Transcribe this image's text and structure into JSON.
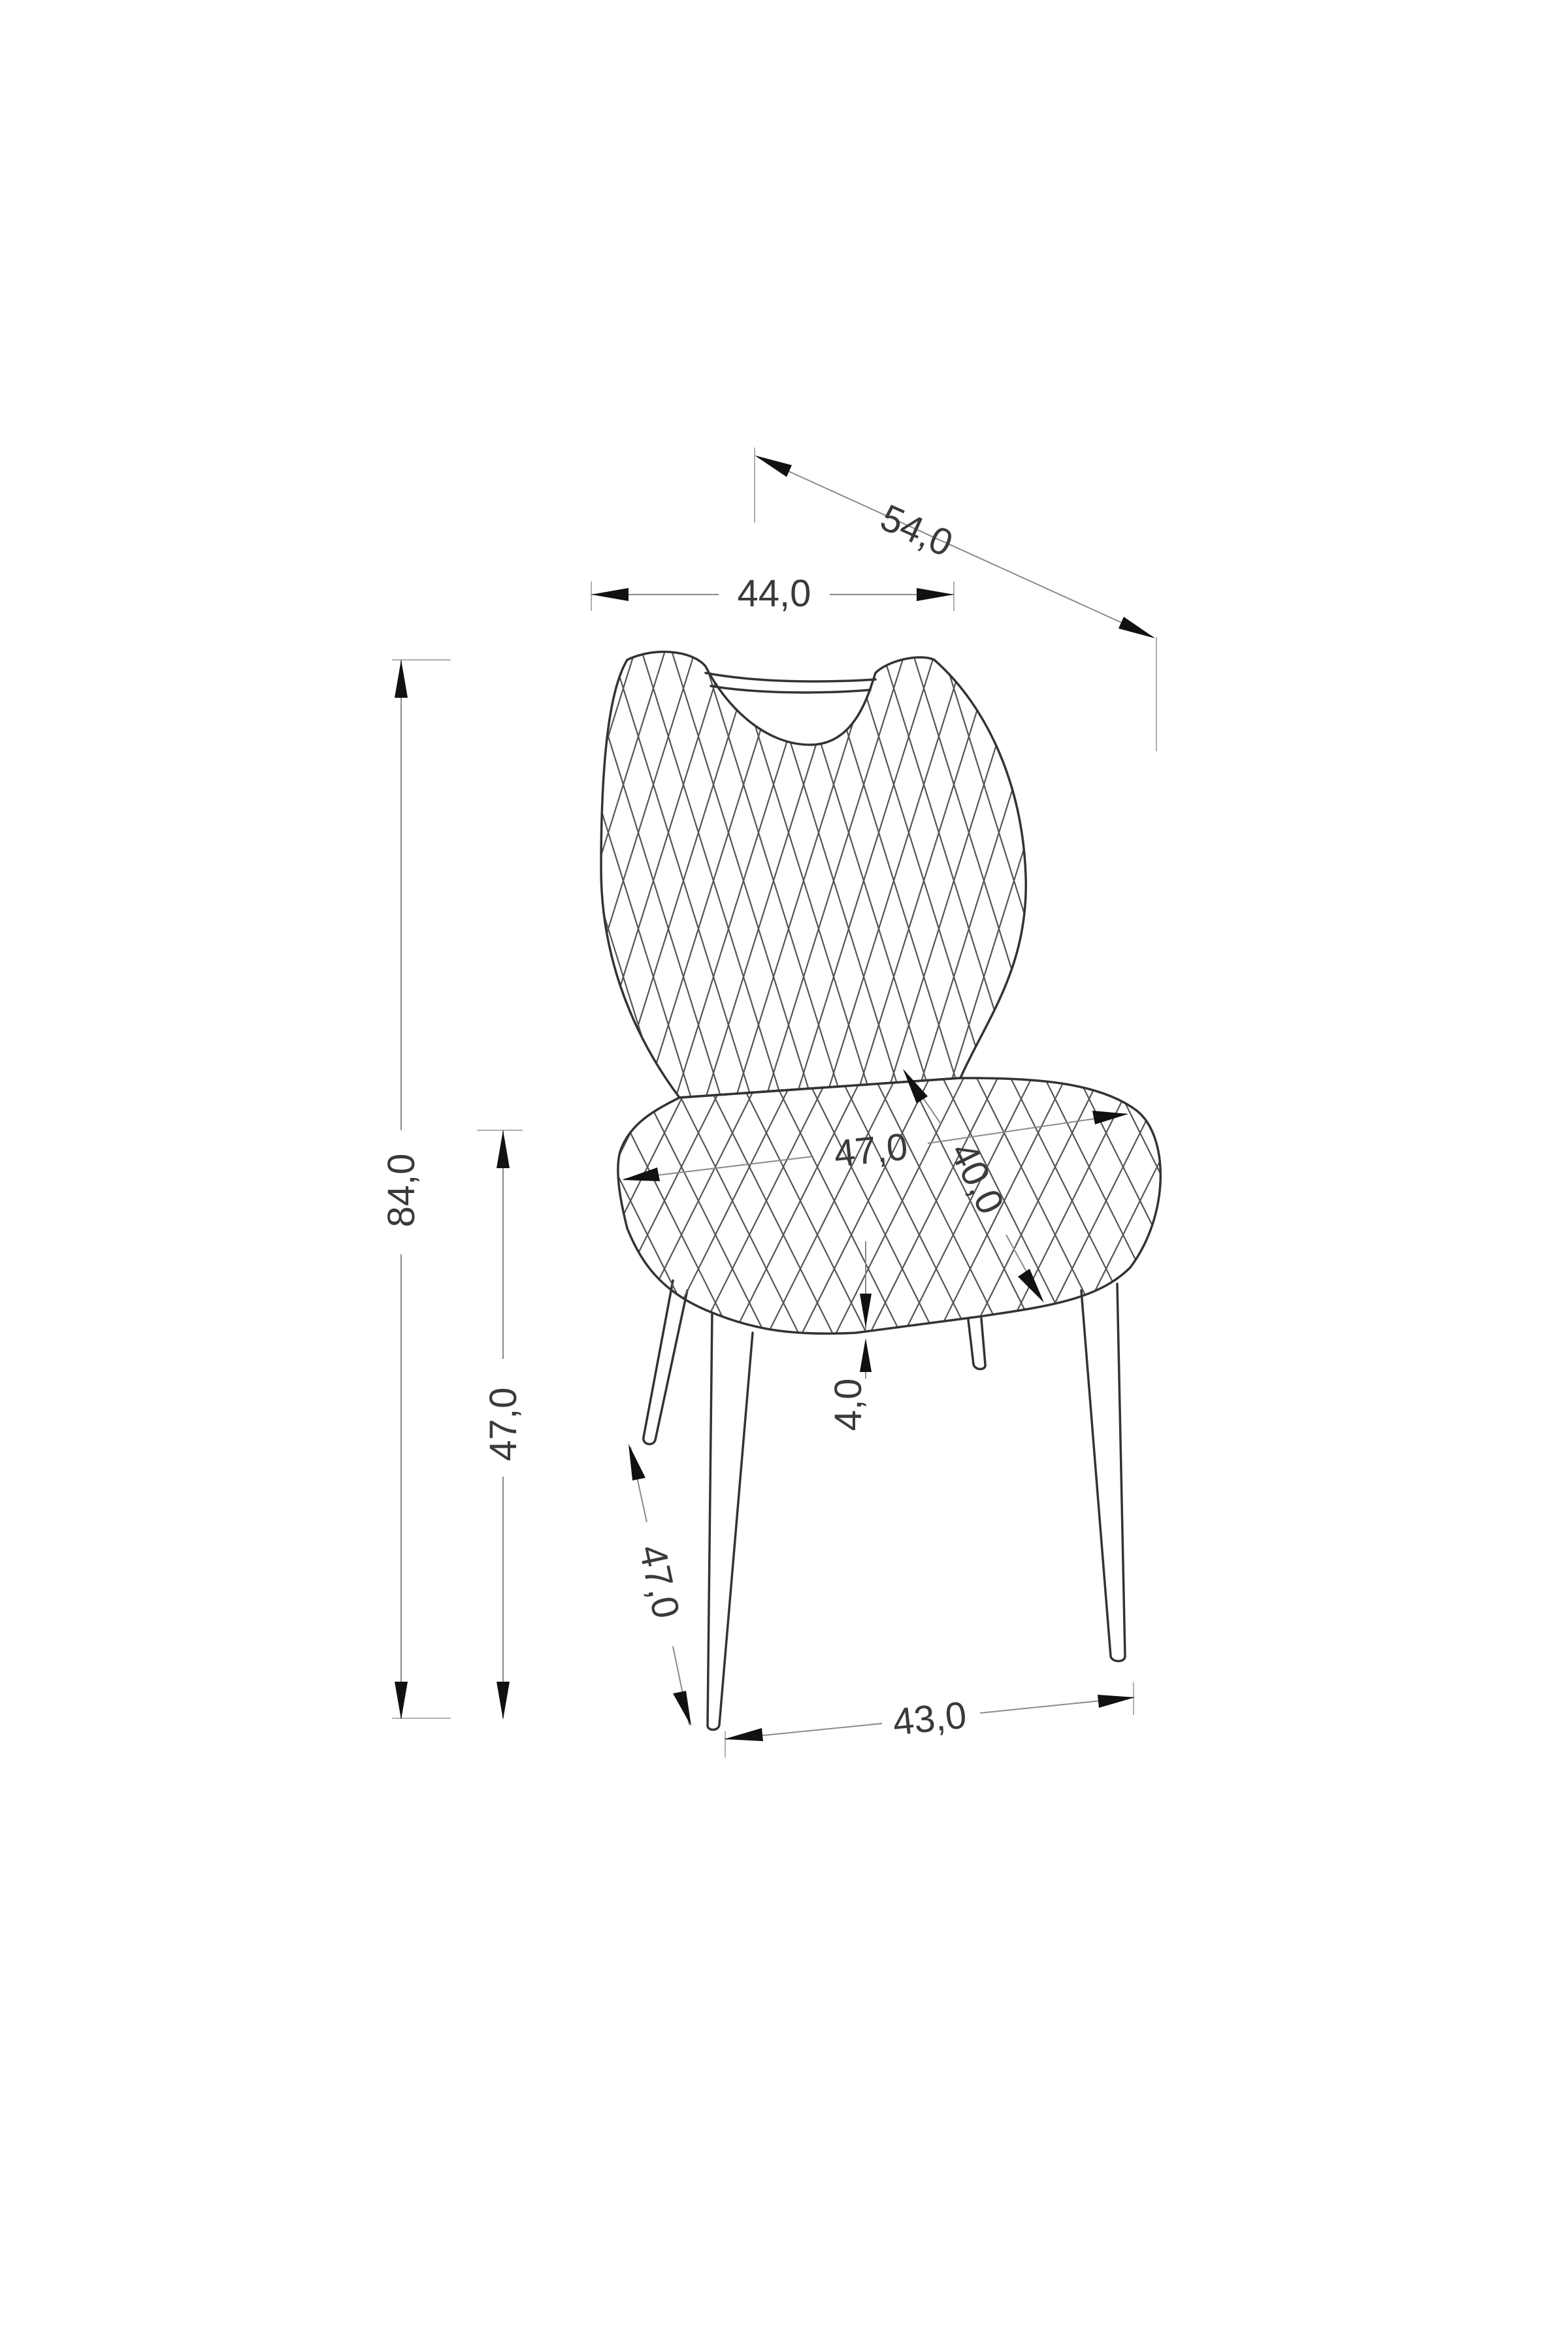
{
  "drawing": {
    "subject": "chair dimension drawing",
    "colors": {
      "background": "#ffffff",
      "line": "#333333",
      "arrow": "#111111",
      "text": "#3a3a3a"
    }
  },
  "dimensions": {
    "depth_top": "54,0",
    "back_width": "44,0",
    "total_height": "84,0",
    "seat_height": "47,0",
    "leg_span_depth": "47,0",
    "front_leg_width": "43,0",
    "seat_width": "47,0",
    "seat_depth": "40,0",
    "seat_thickness": "4,0"
  }
}
